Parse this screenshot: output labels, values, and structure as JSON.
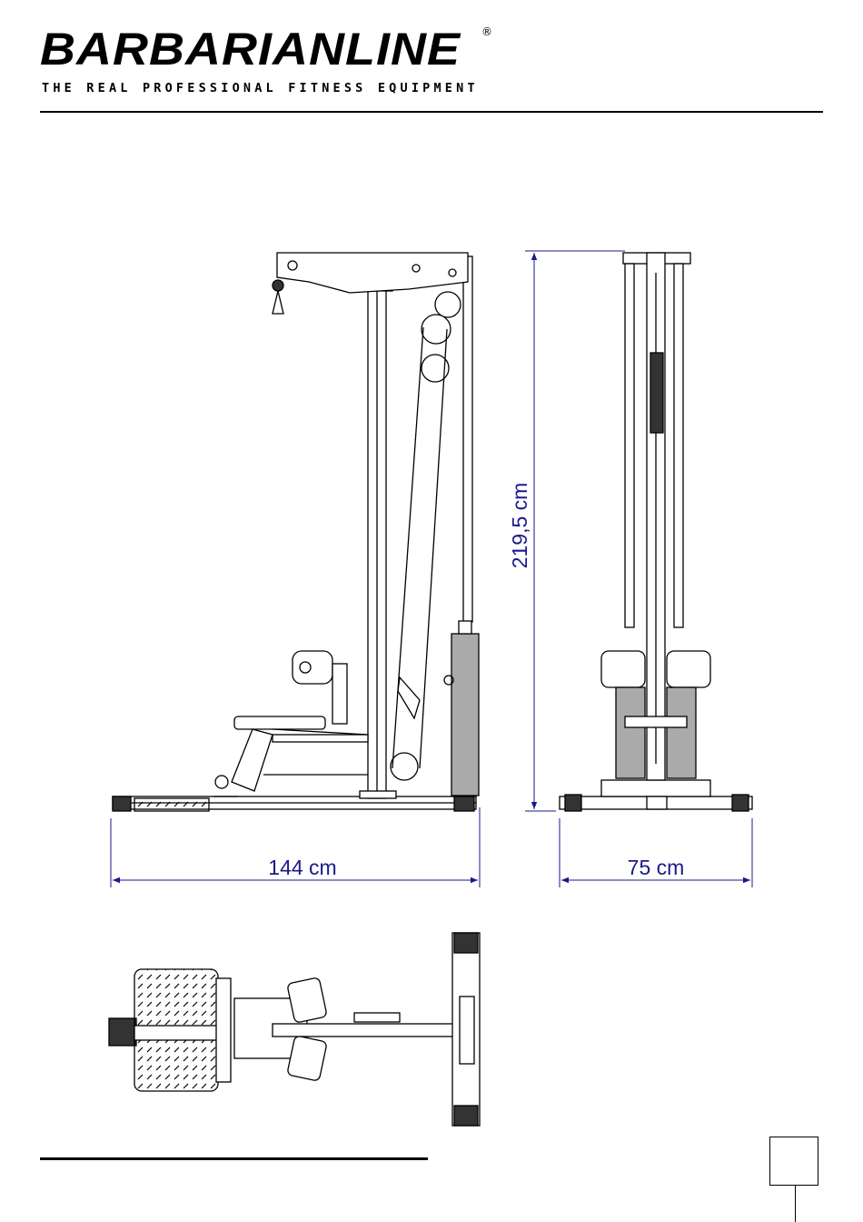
{
  "header": {
    "brand_part1": "BARBARIAN",
    "brand_part2": "LINE",
    "registered_mark": "®",
    "tagline": "THE REAL PROFESSIONAL FITNESS EQUIPMENT"
  },
  "dimensions": {
    "length": "144 cm",
    "height": "219,5 cm",
    "width": "75 cm"
  },
  "colors": {
    "dimension_text": "#1a1a8c",
    "line_art": "#000000"
  }
}
